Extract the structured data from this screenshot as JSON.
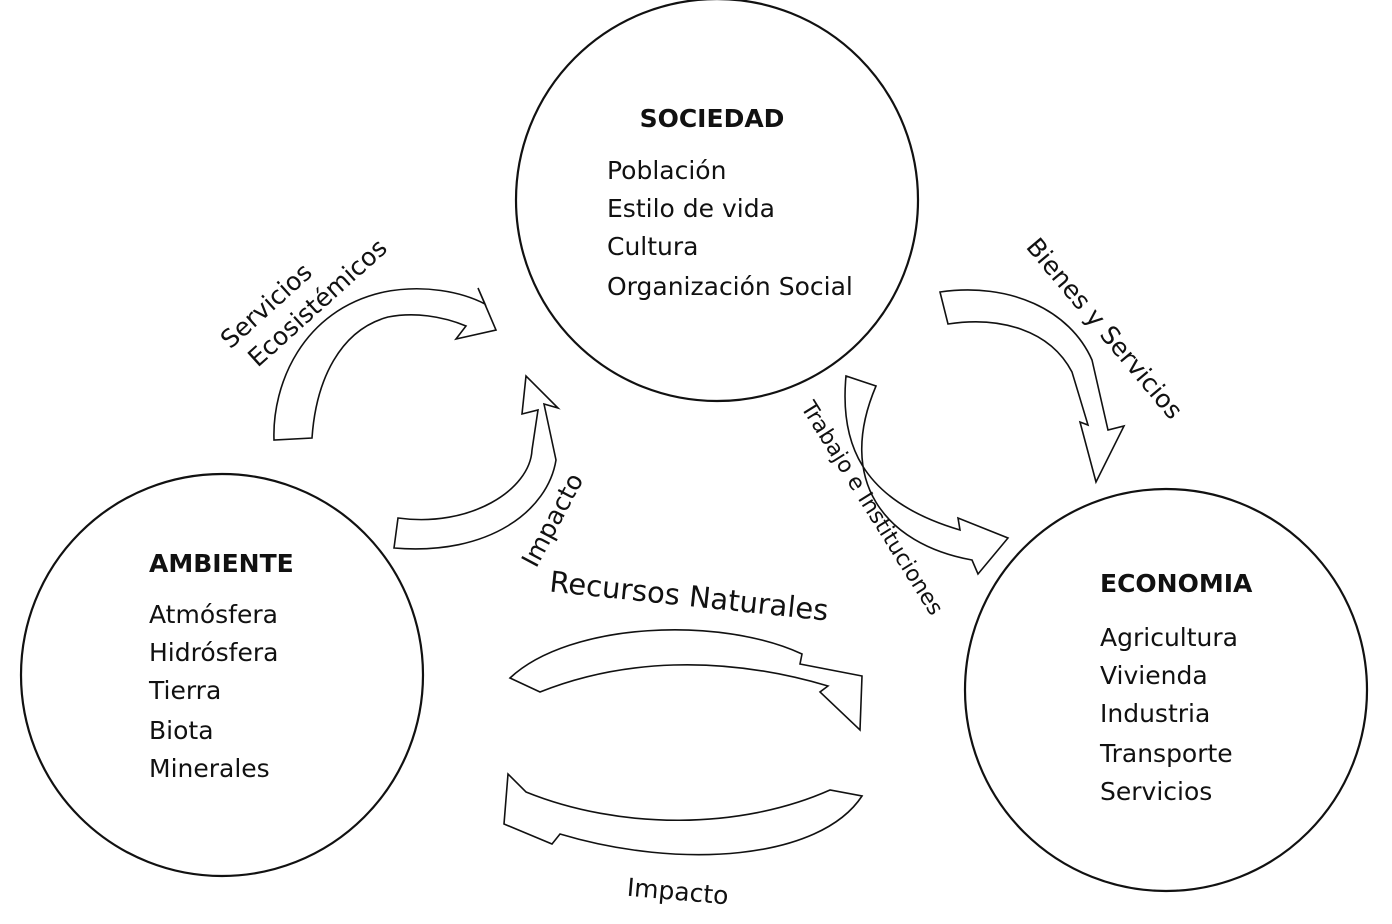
{
  "nodes": {
    "sociedad": {
      "title": "SOCIEDAD",
      "items": [
        "Población",
        "Estilo de vida",
        "Cultura",
        "Organización Social"
      ]
    },
    "ambiente": {
      "title": "AMBIENTE",
      "items": [
        "Atmósfera",
        "Hidrósfera",
        "Tierra",
        "Biota",
        "Minerales"
      ]
    },
    "economia": {
      "title": "ECONOMIA",
      "items": [
        "Agricultura",
        "Vivienda",
        "Industria",
        "Transporte",
        "Servicios"
      ]
    }
  },
  "flows": {
    "servicios_ecosistemicos": {
      "line1": "Servicios",
      "line2": "Ecosistémicos"
    },
    "impacto_ambiente_sociedad": "Impacto",
    "bienes_y_servicios": "Bienes y Servicios",
    "trabajo_e_instituciones": "Trabajo e Instituciones",
    "recursos_naturales": "Recursos Naturales",
    "impacto_economia_ambiente": "Impacto"
  }
}
